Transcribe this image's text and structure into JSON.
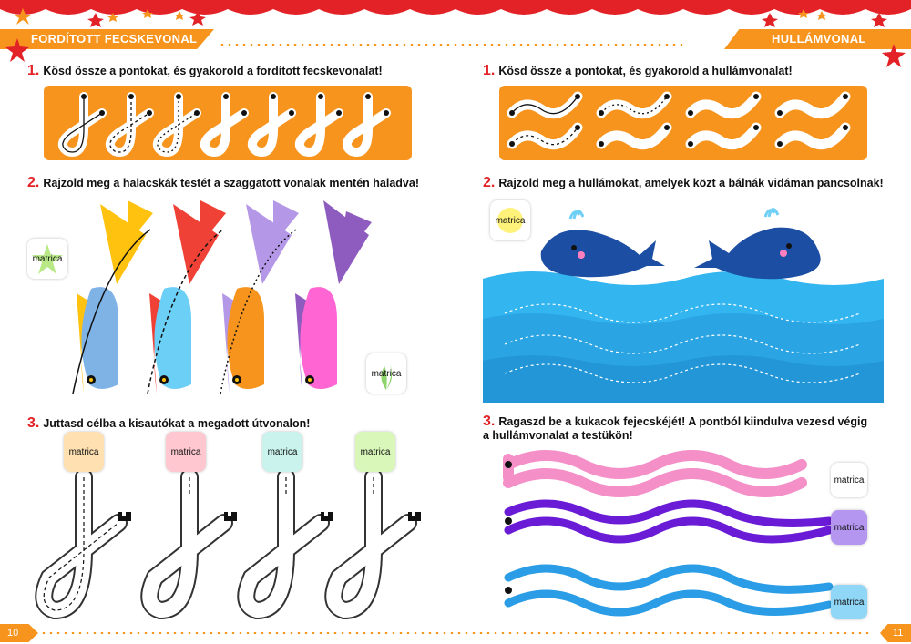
{
  "left": {
    "banner": "FORDÍTOTT FECSKEVONAL",
    "ex1": {
      "num": "1.",
      "text": "Kösd össze a pontokat, és gyakorold a fordított fecskevonalat!"
    },
    "ex2": {
      "num": "2.",
      "text": "Rajzold meg a halacskák testét a szaggatott vonalak mentén haladva!"
    },
    "ex3": {
      "num": "3.",
      "text": "Juttasd célba a kisautókat a megadott útvonalon!"
    },
    "page_number": "10"
  },
  "right": {
    "banner": "HULLÁMVONAL",
    "ex1": {
      "num": "1.",
      "text": "Kösd össze a pontokat, és gyakorold a hullámvonalat!"
    },
    "ex2": {
      "num": "2.",
      "text": "Rajzold meg a hullámokat, amelyek közt a bálnák vidáman pancsolnak!"
    },
    "ex3": {
      "num": "3.",
      "text": "Ragaszd be a kukacok fejecskéjét! A pontból kiindulva vezesd végig a hullámvonalat a testükön!"
    },
    "page_number": "11"
  },
  "sticker_label": "matrica",
  "colors": {
    "orange": "#f7941d",
    "red": "#e32227",
    "sea": "#29abe2",
    "whale": "#1c4fa3",
    "fish": [
      "#ffc20e",
      "#ef4136",
      "#9b7fd4",
      "#8e5bbf"
    ],
    "worms": [
      "#f48fc8",
      "#6a1bd6",
      "#2a9de6"
    ]
  }
}
